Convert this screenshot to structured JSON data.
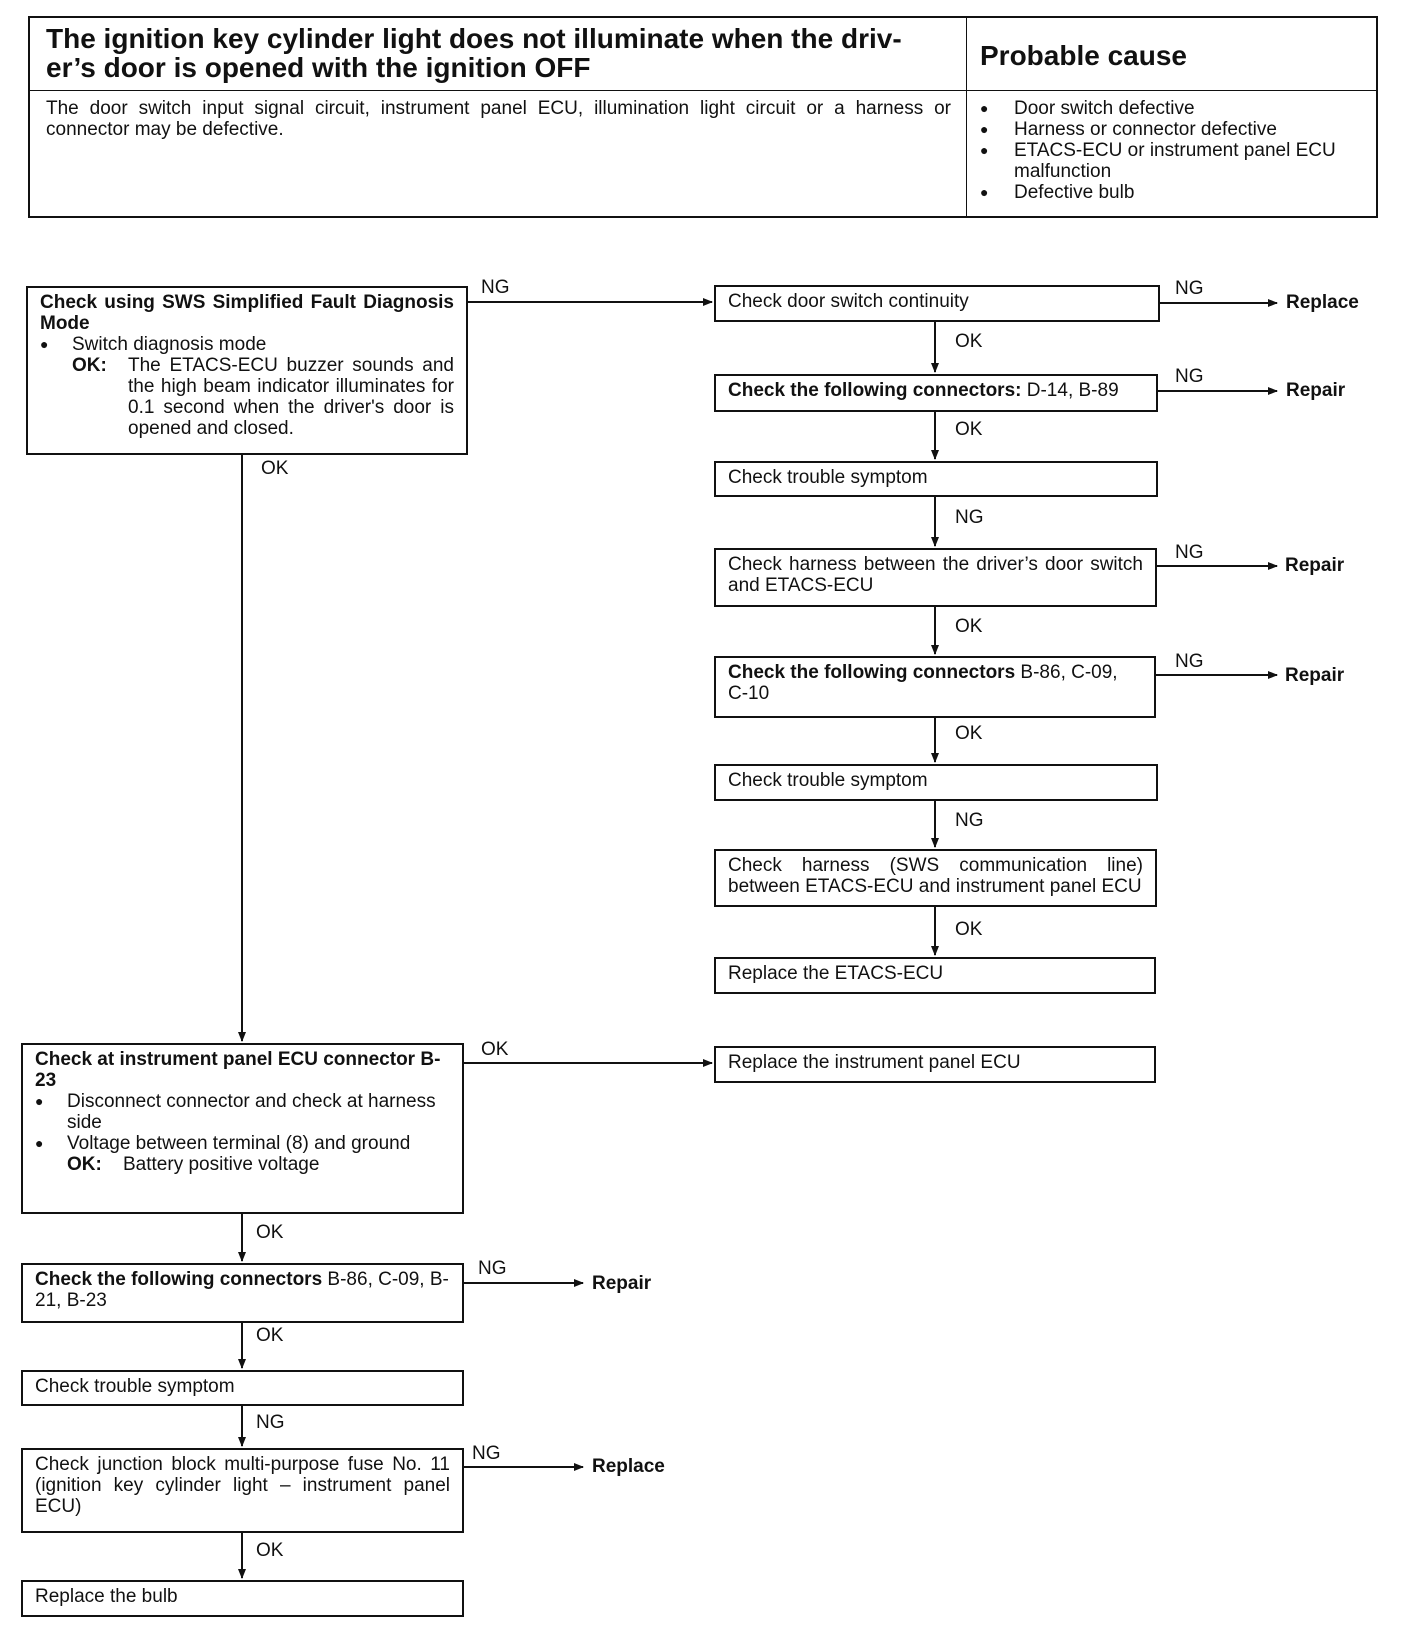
{
  "header": {
    "title": "The ignition key cylinder light does not illuminate when the driv-er’s door is opened with the ignition OFF",
    "cause_heading": "Probable cause",
    "description": "The door switch input signal circuit, instrument panel ECU, illumination light circuit or a harness or connector may be defective.",
    "causes": [
      "Door switch defective",
      "Harness or connector defective",
      "ETACS-ECU or instrument panel ECU malfunction",
      "Defective bulb"
    ]
  },
  "flow": {
    "sws_check": {
      "title": "Check using SWS Simplified Fault Diagnosis Mode",
      "bullet": "Switch diagnosis mode",
      "ok_key": "OK:",
      "ok_text": "The ETACS-ECU buzzer sounds and the high beam indicator illuminates for 0.1 second when the driver's door is opened and closed."
    },
    "door_switch": "Check door switch continuity",
    "conn_d14": {
      "bold": "Check the following connectors:",
      "rest": " D-14, B-89"
    },
    "trouble1": "Check trouble symptom",
    "harness_door": "Check harness between the driver’s door switch and ETACS-ECU",
    "conn_b86": {
      "bold": "Check the following connectors",
      "rest": " B-86, C-09, C-10"
    },
    "trouble2": "Check trouble symptom",
    "harness_sws": "Check harness (SWS communication line) between ETACS-ECU and instrument panel ECU",
    "replace_etacs": "Replace the ETACS-ECU",
    "ipecu_check": {
      "title": "Check at instrument panel ECU connector B-23",
      "bullet1": "Disconnect connector and check at harness side",
      "bullet2": "Voltage between terminal (8) and ground",
      "ok_key": "OK:",
      "ok_text": "Battery positive voltage"
    },
    "replace_ipecu": "Replace the instrument panel ECU",
    "conn_b21": {
      "bold": "Check the following connectors",
      "rest": " B-86, C-09, B-21, B-23"
    },
    "trouble3": "Check trouble symptom",
    "fuse_check": "Check junction block multi-purpose fuse No. 11 (ignition key cylinder light – instrument panel ECU)",
    "replace_bulb": "Replace the bulb"
  },
  "labels": {
    "ok": "OK",
    "ng": "NG"
  },
  "results": {
    "replace": "Replace",
    "repair": "Repair"
  }
}
